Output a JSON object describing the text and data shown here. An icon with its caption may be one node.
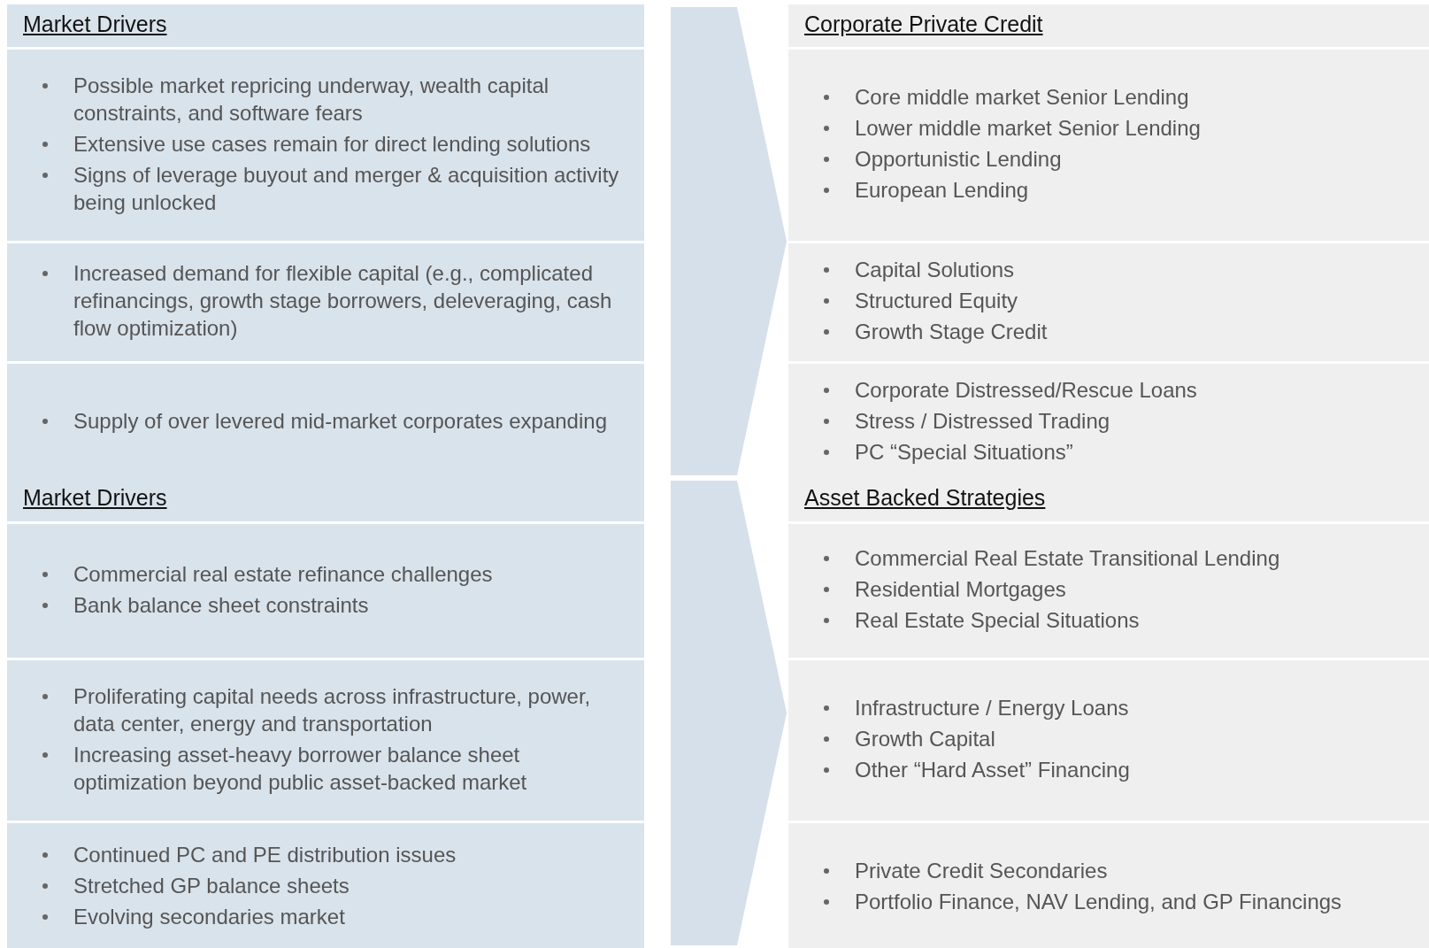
{
  "diagram": {
    "nodes": [
      {
        "text": [
          "Market Drivers"
        ]
      },
      {
        "text": [
          "Possible market repricing underway, wealth capital constraints, and software fears",
          "Extensive use cases remain for direct lending solutions",
          "Signs of leverage buyout and merger & acquisition activity being unlocked"
        ],
        "in": 0
      },
      {
        "text": [
          "Increased demand for flexible capital (e.g., complicated refinancings, growth stage borrowers, deleveraging, cash flow optimization)"
        ],
        "in": 0
      },
      {
        "text": [
          "Supply of over levered mid-market corporates expanding"
        ],
        "in": 0
      },
      {
        "text": [
          "Corporate Private Credit"
        ]
      },
      {
        "text": [
          "Core middle market Senior Lending",
          "Lower middle market Senior Lending",
          "Opportunistic Lending",
          "European Lending"
        ],
        "in": 4
      },
      {
        "text": [
          "Capital Solutions",
          "Structured Equity",
          "Growth Stage Credit"
        ],
        "in": 4
      },
      {
        "text": [
          "Corporate Distressed/Rescue Loans",
          "Stress / Distressed Trading",
          "PC “Special Situations”"
        ],
        "in": 4
      },
      {
        "text": [
          "Market Drivers"
        ]
      },
      {
        "text": [
          "Commercial real estate refinance challenges",
          "Bank balance sheet constraints"
        ],
        "in": 8
      },
      {
        "text": [
          "Proliferating capital needs across infrastructure, power, data center, energy and transportation",
          "Increasing asset-heavy borrower balance sheet optimization beyond public asset-backed market"
        ],
        "in": 8
      },
      {
        "text": [
          "Continued PC and PE distribution issues",
          "Stretched GP balance sheets",
          "Evolving secondaries market"
        ],
        "in": 8
      },
      {
        "text": [
          "Asset Backed Strategies"
        ]
      },
      {
        "text": [
          "Commercial Real Estate Transitional Lending",
          "Residential Mortgages",
          "Real Estate Special Situations"
        ],
        "in": 12
      },
      {
        "text": [
          "Infrastructure / Energy Loans",
          "Growth Capital",
          "Other “Hard Asset” Financing"
        ],
        "in": 12
      },
      {
        "text": [
          "Private Credit Secondaries",
          "Portfolio Finance, NAV Lending, and GP Financings"
        ],
        "in": 12
      }
    ],
    "edges": [
      {
        "from": 0,
        "to": 4,
        "arrow": "to"
      },
      {
        "from": 8,
        "to": 12,
        "arrow": "to"
      }
    ]
  }
}
